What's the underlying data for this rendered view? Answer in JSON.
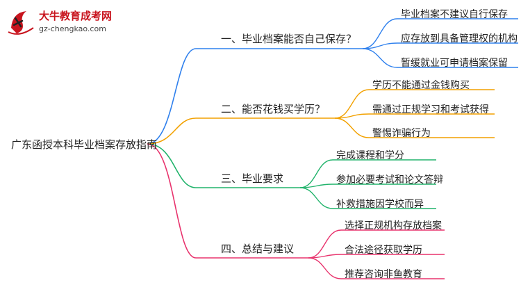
{
  "logo": {
    "title": "大牛教育成考网",
    "url": "gz-chengkao.com"
  },
  "root": "广东函授本科毕业档案存放指南",
  "colors": {
    "b1": "#2f80ed",
    "b2": "#f2a100",
    "b3": "#21b36b",
    "b4": "#e8336d"
  },
  "branches": [
    {
      "label": "一、毕业档案能否自己保存？",
      "leaves": [
        "毕业档案不建议自行保存",
        "应存放到具备管理权的机构",
        "暂缓就业可申请档案保留"
      ]
    },
    {
      "label": "二、能否花钱买学历？",
      "leaves": [
        "学历不能通过金钱购买",
        "需通过正规学习和考试获得",
        "警惕诈骗行为"
      ]
    },
    {
      "label": "三、毕业要求",
      "leaves": [
        "完成课程和学分",
        "参加必要考试和论文答辩",
        "补救措施因学校而异"
      ]
    },
    {
      "label": "四、总结与建议",
      "leaves": [
        "选择正规机构存放档案",
        "合法途径获取学历",
        "推荐咨询非鱼教育"
      ]
    }
  ]
}
